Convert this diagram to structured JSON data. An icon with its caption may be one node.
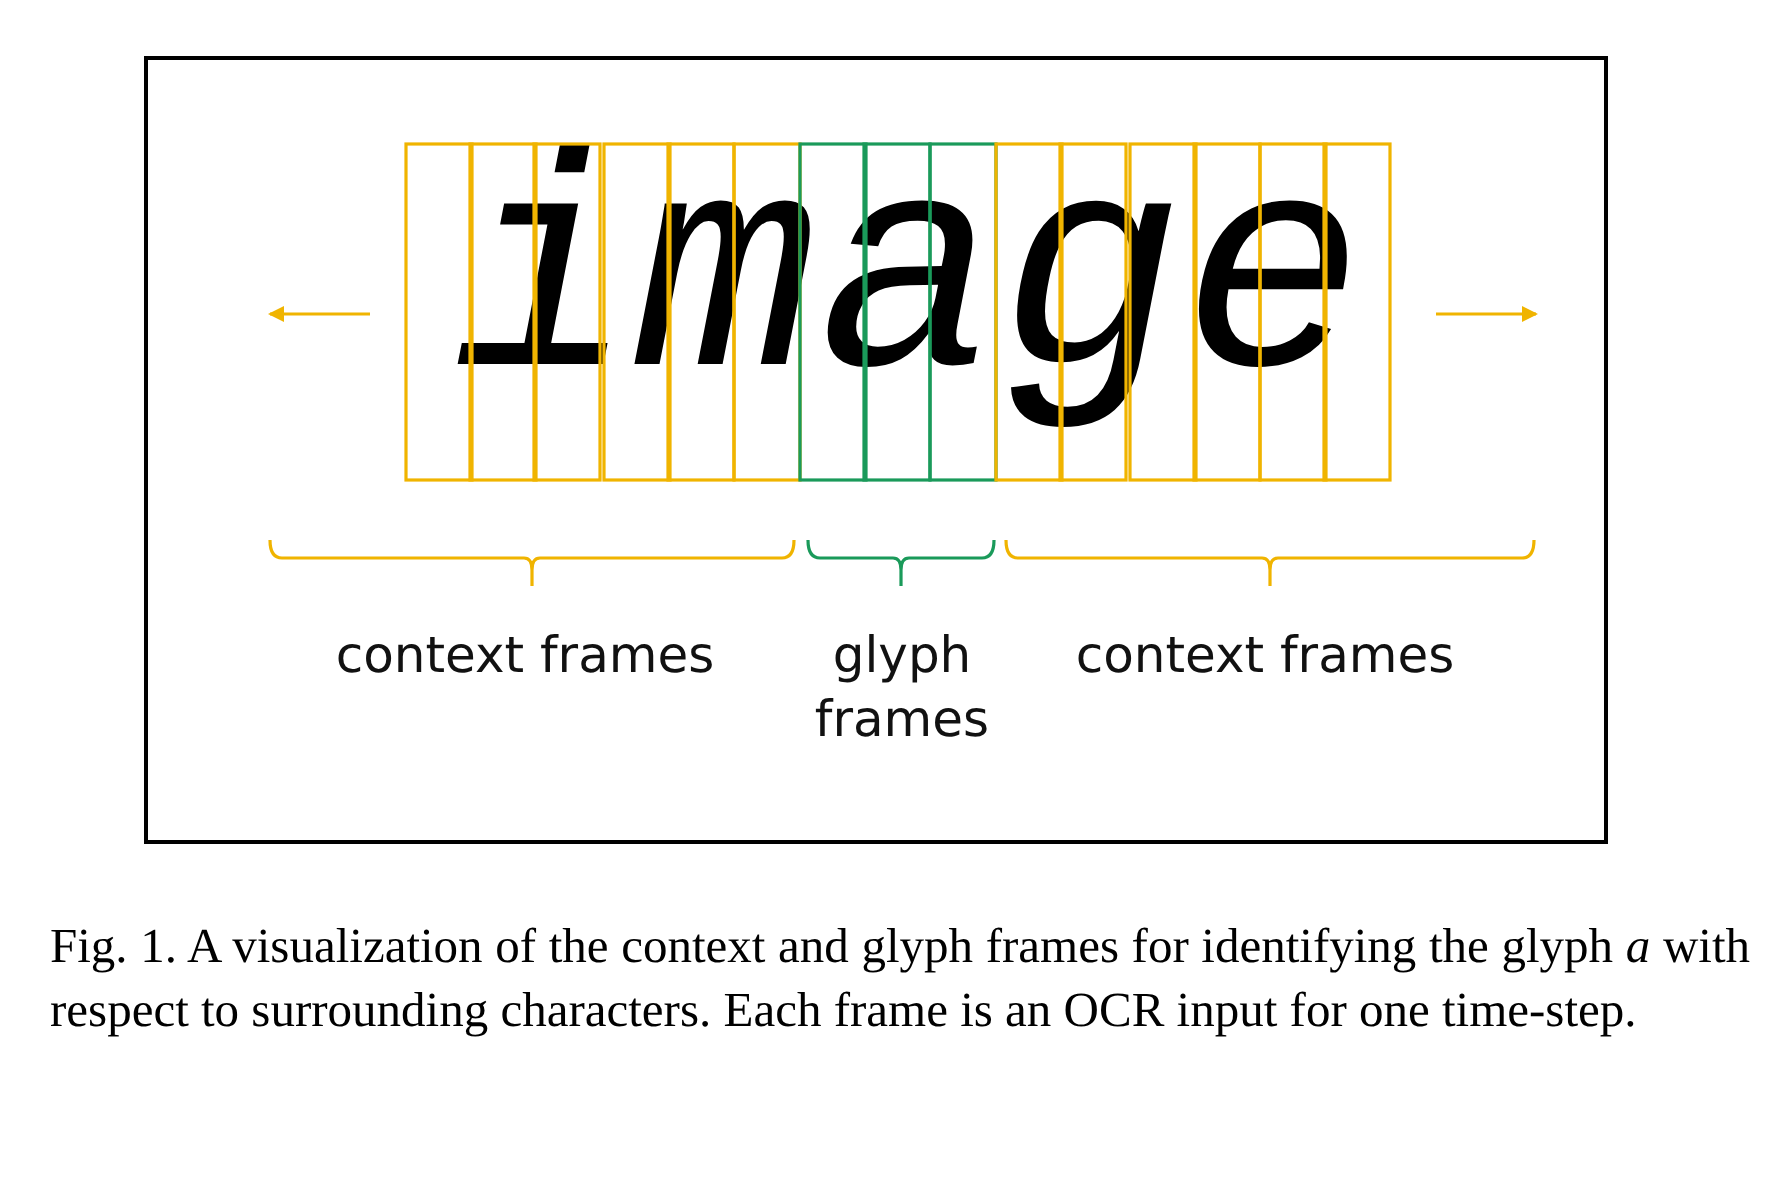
{
  "diagram": {
    "caption": "Fig. 1.  A visualization of the context and glyph frames for identifying the glyph *a* with respect to surrounding characters. Each frame is an OCR input for one time-step.",
    "labels": [
      "image",
      "context frames",
      "glyph frames",
      "context frames"
    ]
  }
}
